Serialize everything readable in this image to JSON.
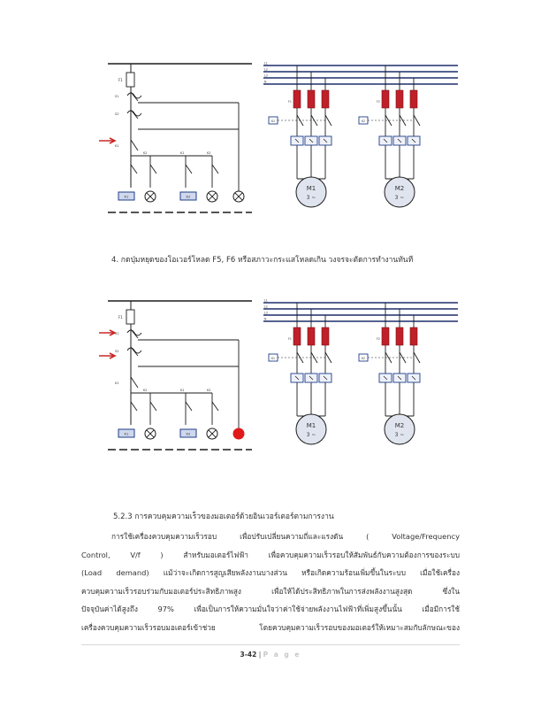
{
  "figures": [
    {
      "labels": {
        "left": [
          "F1",
          "S1",
          "S2",
          "K1",
          "K2",
          "K1",
          "K2",
          "H1",
          "H2",
          "H3"
        ],
        "lines": [
          "L1",
          "L2",
          "L3",
          "N"
        ],
        "fuse_left": "F1",
        "fuse_right": "F2",
        "contactor_left": "K1",
        "contactor_right": "K2",
        "motor_left_name": "M1",
        "motor_right_name": "M2",
        "motor_phase": "3 ~"
      },
      "colors": {
        "fuse": "#c0202a",
        "wire": "#1d2f6b",
        "relay_box": "#1f3d8a",
        "arrow": "#c82828",
        "motor_fill": "#dfe4ee"
      }
    },
    {
      "labels": {
        "left": [
          "F1",
          "S1",
          "S2",
          "K1",
          "K2",
          "K1",
          "K2",
          "H1",
          "H2",
          "H3"
        ],
        "lines": [
          "L1",
          "L2",
          "L3",
          "N"
        ],
        "fuse_left": "F1",
        "fuse_right": "F2",
        "contactor_left": "K1",
        "contactor_right": "K2",
        "motor_left_name": "M1",
        "motor_right_name": "M2",
        "motor_phase": "3 ~"
      },
      "indicator_color": "#e01a1a"
    }
  ],
  "caption1": {
    "text": "4. กดปุ่มหยุดของโอเวอร์โหลด  F5, F6 หรือสภาวะกระแสโหลดเกิน วงจรจะตัดการทำงานทันที"
  },
  "section_heading": "5.2.3 การควบคุมความเร็วของมอเตอร์ด้วยอินเวอร์เตอร์ตามการงาน",
  "paragraph_lines": [
    "การใช้เครื่องควบคุมความเร็วรอบ เพื่อปรับเปลี่ยนความถี่และแรงดัน  ( Voltage/Frequency",
    "Control,   V/f   )  สำหรับมอเตอร์ไฟฟ้า เพื่อควบคุมความเร็วรอบให้สัมพันธ์กับความต้องการของระบบ",
    "(Load demand)  แม้ว่าจะเกิดการสูญเสียพลังงานบางส่วน หรือเกิดความร้อนเพิ่มขึ้นในระบบ เมื่อใช้เครื่อง",
    "ควบคุมความเร็วรอบร่วมกับมอเตอร์ประสิทธิภาพสูง เพื่อให้ได้ประสิทธิภาพในการส่งพลังงานสูงสุด ซึ่งใน",
    "ปัจจุบันค่าได้สูงถึง 97% เพื่อเป็นการให้ความมั่นใจว่าค่าใช้จ่ายพลังงานไฟฟ้าที่เพิ่มสูงขึ้นนั้น เมื่อมีการใช้",
    "เครื่องควบคุมความเร็วรอบมอเตอร์เข้าช่วย โดยควบคุมความเร็วรอบของมอเตอร์ให้เหมาะสมกับลักษณะของ"
  ],
  "footer": {
    "page_number": "3-42",
    "separator": "|",
    "page_label": "P a g e"
  }
}
